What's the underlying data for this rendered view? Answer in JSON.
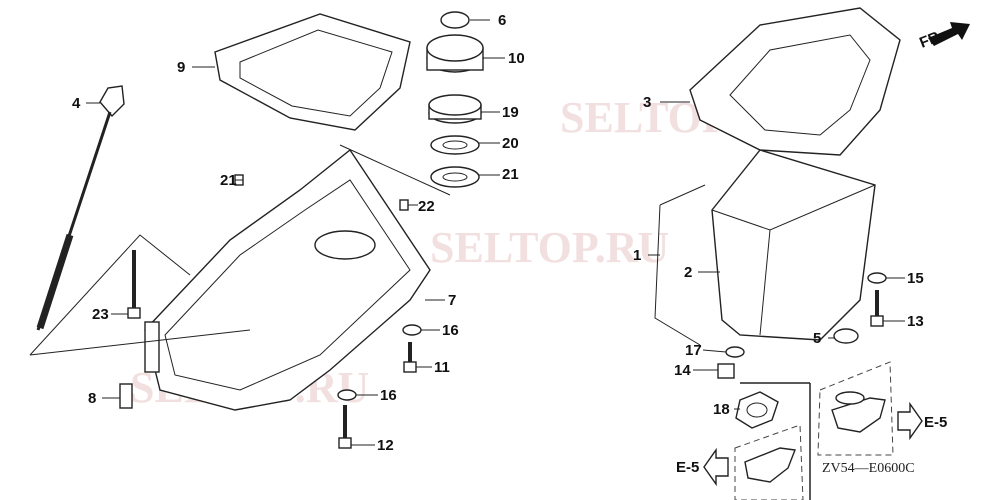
{
  "diagram": {
    "callouts": [
      "1",
      "2",
      "3",
      "4",
      "5",
      "6",
      "7",
      "8",
      "9",
      "10",
      "11",
      "12",
      "13",
      "14",
      "15",
      "16",
      "16",
      "17",
      "18",
      "19",
      "20",
      "21",
      "21",
      "22",
      "23"
    ],
    "direction_label": "FR.",
    "reference_left": "E-5",
    "reference_right": "E-5",
    "drawing_code": "ZV54—E0600C",
    "watermark": "SELTOP.RU"
  }
}
